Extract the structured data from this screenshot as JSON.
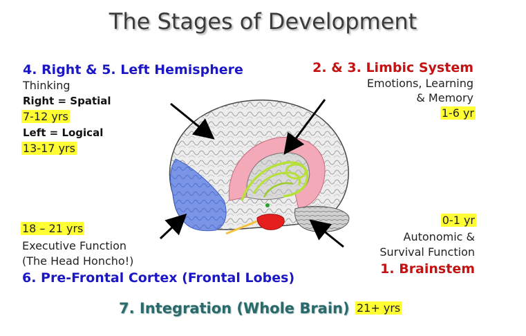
{
  "title": "The Stages of Development",
  "hemisphere": {
    "heading": "4. Right & 5. Left Hemisphere",
    "function": "Thinking",
    "right_label": "Right = Spatial",
    "right_age": "7-12 yrs",
    "left_label": "Left = Logical",
    "left_age": "13-17 yrs"
  },
  "limbic": {
    "heading": "2. & 3. Limbic System",
    "line1": "Emotions, Learning",
    "line2": "& Memory",
    "age": "1-6 yr"
  },
  "prefrontal": {
    "age": "18 – 21 yrs",
    "line1": "Executive Function",
    "line2": "(The Head Honcho!)",
    "heading": "6. Pre-Frontal Cortex (Frontal Lobes)"
  },
  "brainstem": {
    "age": "0-1 yr",
    "line1": "Autonomic &",
    "line2": "Survival Function",
    "heading": "1. Brainstem"
  },
  "integration": {
    "heading": "7. Integration (Whole Brain)",
    "age": "21+ yrs"
  },
  "colors": {
    "hemisphere_heading": "#1c17c4",
    "limbic_heading": "#c41111",
    "highlight": "#ffff33",
    "integration_heading": "#2a6a6a",
    "frontal_region": "#6f8fe6",
    "limbic_region": "#f2a7b6",
    "limbic_structures": "#b7e03a",
    "brainstem_region": "#e51e1e"
  }
}
